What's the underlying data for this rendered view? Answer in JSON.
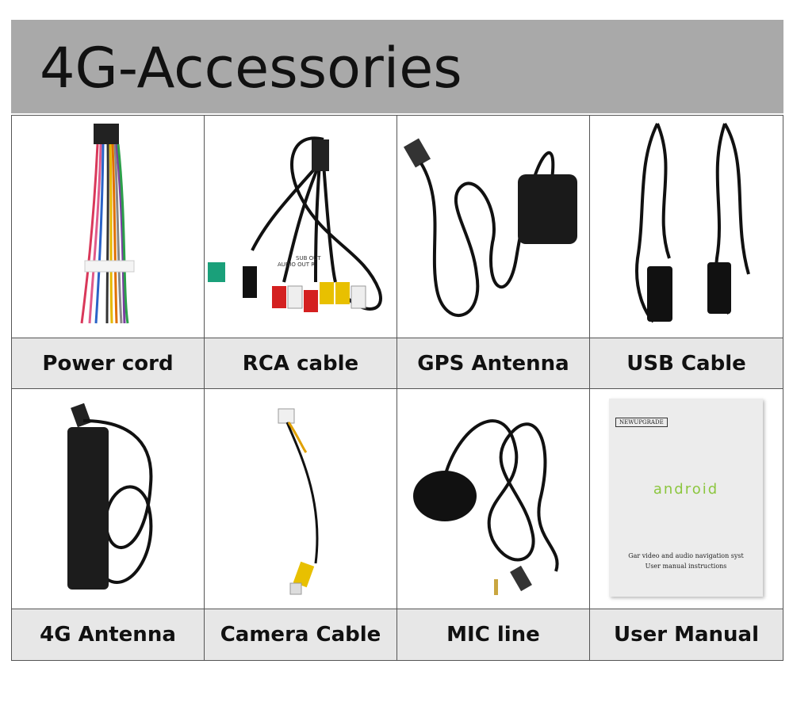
{
  "header": {
    "title": "4G-Accessories"
  },
  "items": [
    {
      "label": "Power cord"
    },
    {
      "label": "RCA cable"
    },
    {
      "label": "GPS Antenna"
    },
    {
      "label": "USB Cable"
    },
    {
      "label": "4G Antenna"
    },
    {
      "label": "Camera Cable"
    },
    {
      "label": "MIC line"
    },
    {
      "label": "User Manual"
    }
  ],
  "rca_tags": [
    "AUDIO OUT R",
    "SUB OUT"
  ],
  "manual": {
    "badge": "NEWUPGRADE",
    "logo": "android",
    "line1": "Gar video and audio navigation syst",
    "line2": "User manual instructions"
  }
}
